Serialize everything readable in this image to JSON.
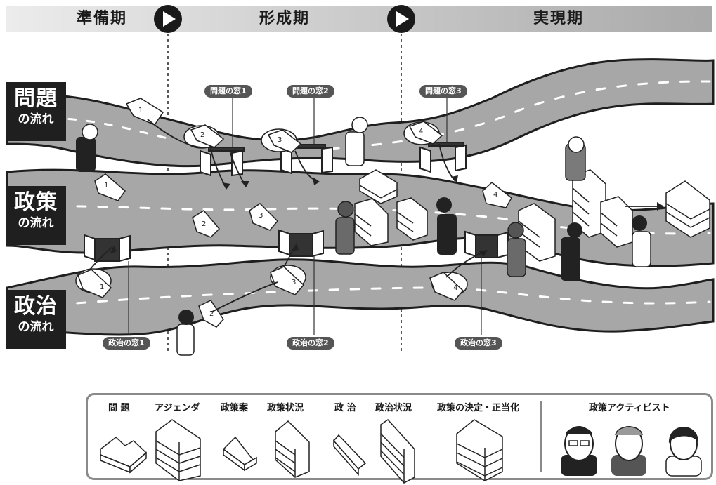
{
  "phases": [
    {
      "label": "準備期"
    },
    {
      "label": "形成期"
    },
    {
      "label": "実現期"
    }
  ],
  "streams": [
    {
      "big": "問題",
      "small": "の流れ"
    },
    {
      "big": "政策",
      "small": "の流れ"
    },
    {
      "big": "政治",
      "small": "の流れ"
    }
  ],
  "windows": {
    "problem_1": "問題の窓1",
    "problem_2": "問題の窓2",
    "problem_3": "問題の窓3",
    "politics_1": "政治の窓1",
    "politics_2": "政治の窓2",
    "politics_3": "政治の窓3"
  },
  "legend": {
    "problem": "問 題",
    "agenda": "アジェンダ",
    "policy_proposal": "政策案",
    "policy_situation": "政策状況",
    "politics": "政 治",
    "politics_situation": "政治状況",
    "decision": "政策の決定・正当化",
    "activist": "政策アクティビスト"
  },
  "colors": {
    "road": "#a7a7a7",
    "road_edge": "#1e1e1e",
    "dash": "#ffffff",
    "label_bg": "#1f1f1f",
    "pill_bg": "#555555",
    "phase_bar": "#c9c9c9"
  },
  "icons": [
    "play-icon",
    "block-icon",
    "stack-icon",
    "person-icon",
    "thought-bubble-icon",
    "arrow-icon",
    "gate-icon"
  ]
}
